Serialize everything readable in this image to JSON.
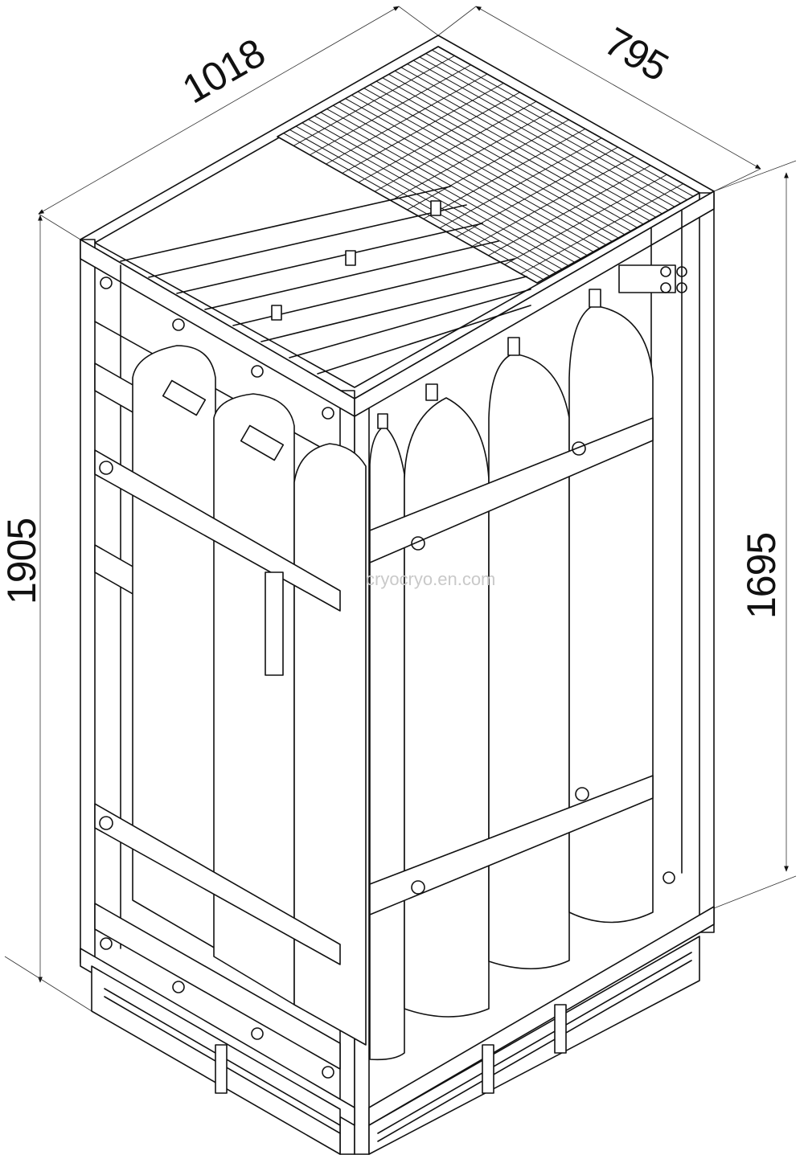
{
  "dimensions": {
    "length": "1018",
    "width": "795",
    "overall_height": "1905",
    "cylinder_height": "1695"
  },
  "watermark": "cryocryo.en.com",
  "parts": {
    "frame": "frame",
    "top_grating": "top-grating",
    "cylinders": "cylinders",
    "straps": "straps",
    "base_skid": "base-skid"
  }
}
